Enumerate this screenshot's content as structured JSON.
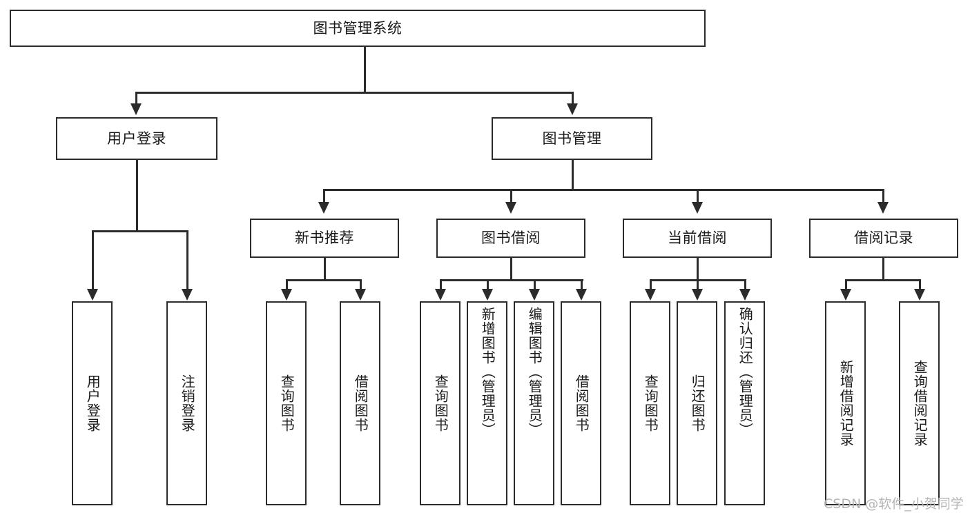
{
  "diagram": {
    "type": "hierarchy-tree",
    "title": "图书管理系统",
    "root": {
      "label": "图书管理系统"
    },
    "level2": [
      {
        "label": "用户登录"
      },
      {
        "label": "图书管理"
      }
    ],
    "level3": [
      {
        "label": "新书推荐"
      },
      {
        "label": "图书借阅"
      },
      {
        "label": "当前借阅"
      },
      {
        "label": "借阅记录"
      }
    ],
    "leaves": {
      "user_login": [
        {
          "label": "用户登录"
        },
        {
          "label": "注销登录"
        }
      ],
      "new_book_recommend": [
        {
          "label": "查询图书"
        },
        {
          "label": "借阅图书"
        }
      ],
      "book_borrow": [
        {
          "label": "查询图书"
        },
        {
          "label": "新增图书（管理员）"
        },
        {
          "label": "编辑图书（管理员）"
        },
        {
          "label": "借阅图书"
        }
      ],
      "current_borrow": [
        {
          "label": "查询图书"
        },
        {
          "label": "归还图书"
        },
        {
          "label": "确认归还（管理员）"
        }
      ],
      "borrow_record": [
        {
          "label": "新增借阅记录"
        },
        {
          "label": "查询借阅记录"
        }
      ]
    }
  },
  "watermark": {
    "text": "CSDN @软件_小贺同学"
  },
  "colors": {
    "stroke": "#2b2b2b",
    "fill": "#ffffff",
    "text": "#1a1a1a",
    "watermark": "#b5b5b5"
  }
}
